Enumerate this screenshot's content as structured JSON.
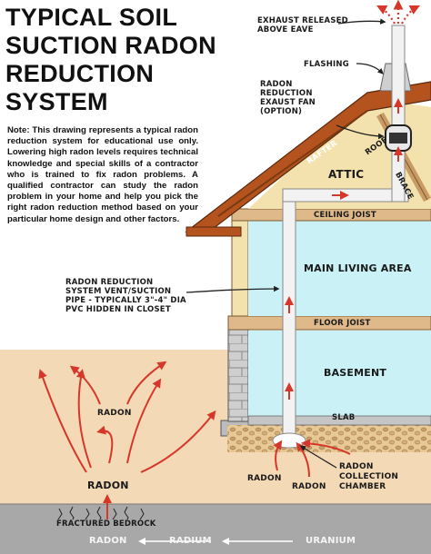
{
  "title": "TYPICAL SOIL SUCTION RADON REDUCTION SYSTEM",
  "note": "Note: This drawing represents a typical radon reduction system for educational use only. Lowering high radon levels requires technical knowledge and special skills of a contractor who is trained to fix radon problems. A qualified contractor can study the radon problem in your home and help you pick the right radon reduction method based on your particular home design and other factors.",
  "labels": {
    "exhaust": "EXHAUST RELEASED ABOVE EAVE",
    "flashing": "FLASHING",
    "fan": "RADON REDUCTION EXAUST FAN (OPTION)",
    "rafter": "RAFTER",
    "roof": "ROOF",
    "brace": "BRACE",
    "attic": "ATTIC",
    "ceiling_joist": "CEILING JOIST",
    "main_living": "MAIN LIVING AREA",
    "vent_pipe": "RADON REDUCTION SYSTEM VENT/SUCTION PIPE - TYPICALLY 3\"-4\" DIA PVC HIDDEN IN CLOSET",
    "floor_joist": "FLOOR JOIST",
    "basement": "BASEMENT",
    "slab": "SLAB",
    "radon_upper": "RADON",
    "radon_main": "RADON",
    "radon_left_chamber": "RADON",
    "radon_mid_chamber": "RADON",
    "collection": "RADON COLLECTION CHAMBER",
    "bedrock": "FRACTURED BEDROCK",
    "decay_radon": "RADON",
    "decay_radium": "RADIUM",
    "decay_uranium": "URANIUM"
  },
  "colors": {
    "arrow": "#d6372b",
    "sky_room": "#c9f1f6",
    "attic_wall": "#f3e2ad",
    "roof": "#b5531f",
    "wood": "#e0b98a",
    "soil": "#f3d9b6",
    "bedrock": "#9a9a9a",
    "concrete": "#c5c5c5"
  }
}
